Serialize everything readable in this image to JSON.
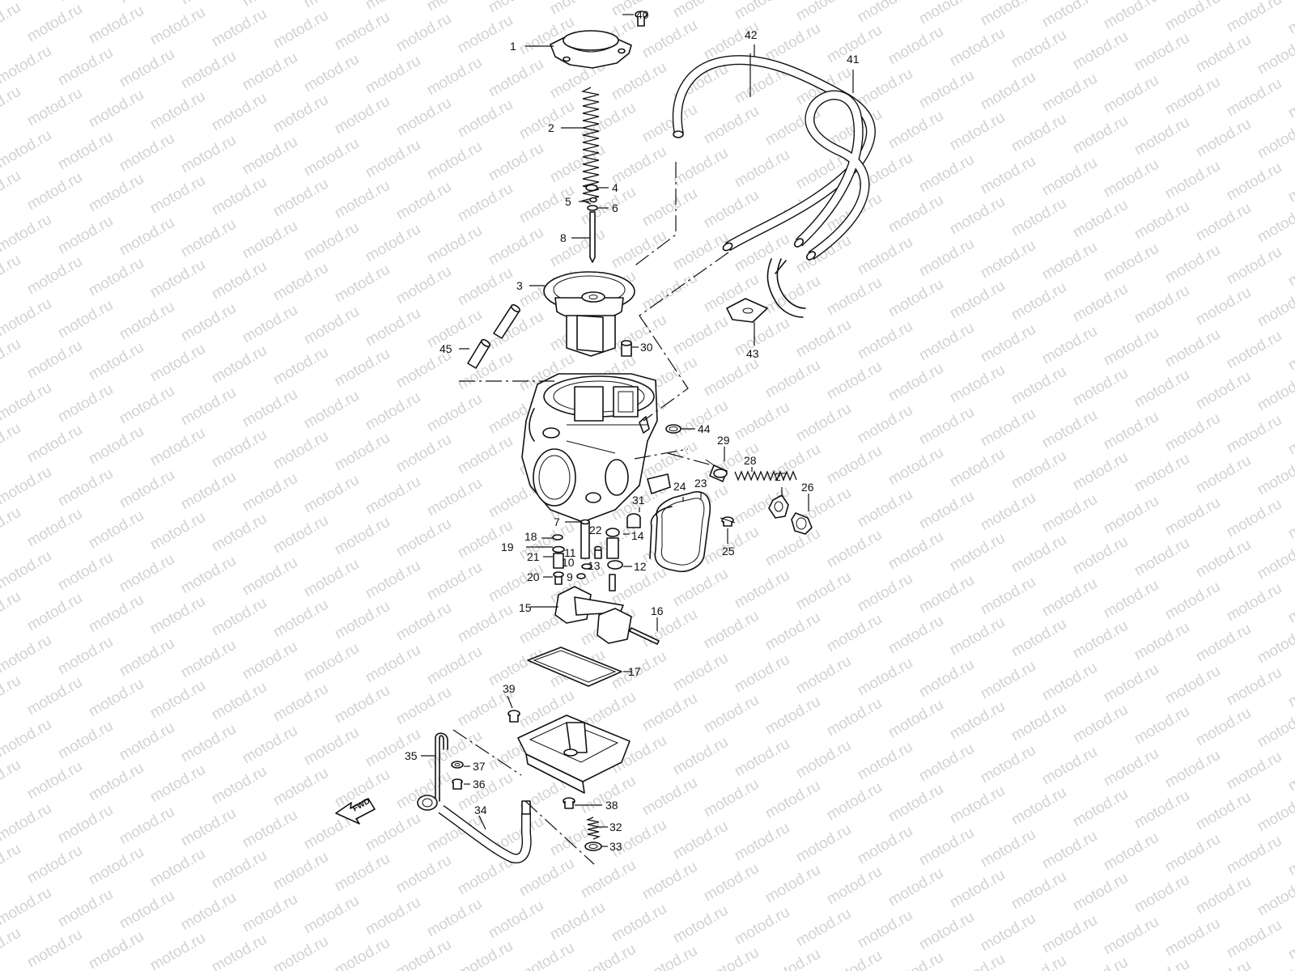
{
  "diagram": {
    "watermark": "motod.ru",
    "direction_label": "FWD",
    "callouts": [
      {
        "id": "1",
        "label": "1"
      },
      {
        "id": "2",
        "label": "2"
      },
      {
        "id": "3",
        "label": "3"
      },
      {
        "id": "4",
        "label": "4"
      },
      {
        "id": "5",
        "label": "5"
      },
      {
        "id": "6",
        "label": "6"
      },
      {
        "id": "7",
        "label": "7"
      },
      {
        "id": "8",
        "label": "8"
      },
      {
        "id": "9",
        "label": "9"
      },
      {
        "id": "10",
        "label": "10"
      },
      {
        "id": "11",
        "label": "11"
      },
      {
        "id": "12",
        "label": "12"
      },
      {
        "id": "13",
        "label": "13"
      },
      {
        "id": "14",
        "label": "14"
      },
      {
        "id": "15",
        "label": "15"
      },
      {
        "id": "16",
        "label": "16"
      },
      {
        "id": "17",
        "label": "17"
      },
      {
        "id": "18",
        "label": "18"
      },
      {
        "id": "19",
        "label": "19"
      },
      {
        "id": "20",
        "label": "20"
      },
      {
        "id": "21",
        "label": "21"
      },
      {
        "id": "22",
        "label": "22"
      },
      {
        "id": "23",
        "label": "23"
      },
      {
        "id": "24",
        "label": "24"
      },
      {
        "id": "25",
        "label": "25"
      },
      {
        "id": "26",
        "label": "26"
      },
      {
        "id": "27",
        "label": "27"
      },
      {
        "id": "28",
        "label": "28"
      },
      {
        "id": "29",
        "label": "29"
      },
      {
        "id": "30",
        "label": "30"
      },
      {
        "id": "31",
        "label": "31"
      },
      {
        "id": "32",
        "label": "32"
      },
      {
        "id": "33",
        "label": "33"
      },
      {
        "id": "34",
        "label": "34"
      },
      {
        "id": "35",
        "label": "35"
      },
      {
        "id": "36",
        "label": "36"
      },
      {
        "id": "37",
        "label": "37"
      },
      {
        "id": "38",
        "label": "38"
      },
      {
        "id": "39",
        "label": "39"
      },
      {
        "id": "40",
        "label": "40"
      },
      {
        "id": "41",
        "label": "41"
      },
      {
        "id": "42",
        "label": "42"
      },
      {
        "id": "43",
        "label": "43"
      },
      {
        "id": "44",
        "label": "44"
      },
      {
        "id": "45",
        "label": "45"
      }
    ]
  }
}
